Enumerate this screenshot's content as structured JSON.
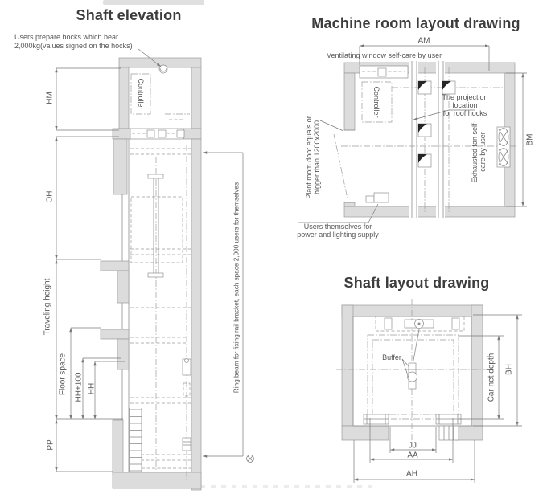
{
  "page": {
    "bg": "#ffffff",
    "line_color": "#8f8f8f",
    "wall_fill": "#dcdcdc",
    "text_color": "#565656",
    "title_color": "#3d3d3d"
  },
  "shaft_elevation": {
    "title": "Shaft elevation",
    "hooks_note": [
      "Users prepare hocks which bear",
      "2,000kg(values signed on the hocks)"
    ],
    "controller_label": "Controller",
    "ring_beam_note": "Ring beam for fixing rail bracket, each space 2,000 users for themselves",
    "dims": {
      "hm": "HM",
      "oh": "OH",
      "traveling_height": "Traveling height",
      "floor_space": "Floor space",
      "hh_plus": "HH+100",
      "hh": "HH",
      "pp": "PP"
    }
  },
  "machine_room": {
    "title": "Machine room layout drawing",
    "vent_note": "Ventilating window self-care by user",
    "controller_label": "Controller",
    "projection_note": [
      "The projection",
      "location",
      "for roof hocks"
    ],
    "door_note": [
      "Plant room door equals or",
      "bigger than 1200x2000"
    ],
    "fan_note": [
      "Exhausted fan self-",
      "care by user"
    ],
    "power_note": [
      "Users themselves for",
      "power and lighting supply"
    ],
    "dims": {
      "am": "AM",
      "bm": "BM"
    }
  },
  "shaft_layout": {
    "title": "Shaft layout drawing",
    "buffer_label": "Buffer",
    "dims": {
      "bh": "BH",
      "car_net_depth": "Car net depth",
      "jj": "JJ",
      "aa": "AA",
      "ah": "AH"
    }
  }
}
